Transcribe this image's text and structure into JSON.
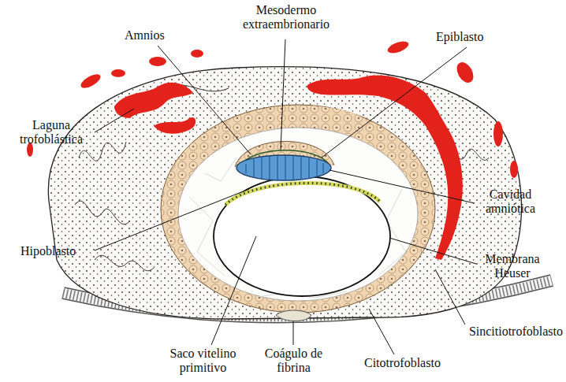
{
  "diagram": {
    "labels": [
      "Mesodermo extraembrionario",
      "Amnios",
      "Epiblasto",
      "Laguna trofoblástica",
      "Cavidad amniótica",
      "Hipoblasto",
      "Membrana Heuser",
      "Sincitiotrofoblasto",
      "Saco vitelino primitivo",
      "Coágulo de fibrina",
      "Citotrofoblasto"
    ]
  }
}
